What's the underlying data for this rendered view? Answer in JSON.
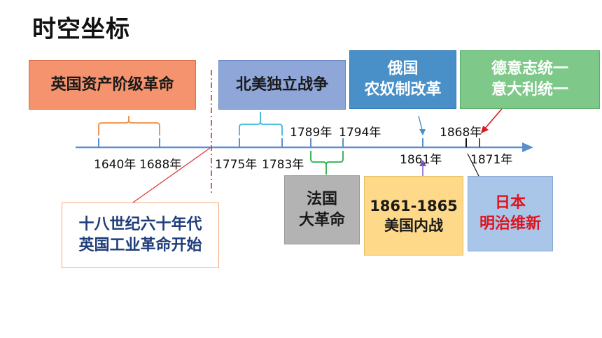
{
  "title": "时空坐标",
  "boxes": {
    "english_revolution": "英国资产阶级革命",
    "american_war": "北美独立战争",
    "russia_reform": "俄国\n农奴制改革",
    "unification": "德意志统一\n意大利统一",
    "industrial_revolution": "十八世纪六十年代\n英国工业革命开始",
    "french_revolution": "法国\n大革命",
    "us_civil_war": "1861-1865\n美国内战",
    "meiji": "日本\n明治维新"
  },
  "labels": {
    "y1640": "1640年",
    "y1688": "1688年",
    "y1775": "1775年",
    "y1783": "1783年",
    "y1789": "1789年",
    "y1794": "1794年",
    "y1861": "1861年",
    "y1868": "1868年",
    "y1871": "1871年"
  },
  "colors": {
    "timeline": "#5b8fd0",
    "english_fill": "#f4936d",
    "american_fill": "#8fa6d9",
    "russia_fill": "#4a90c8",
    "unification_fill": "#7ec88a",
    "french_fill": "#b3b3b3",
    "civil_war_fill": "#ffd98a",
    "meiji_fill": "#a9c6e8",
    "meiji_text": "#e0141e",
    "orange_brace": "#f08a3c",
    "cyan_brace": "#3ab8d8",
    "green_brace": "#23b04a",
    "divider": "#e03030"
  }
}
